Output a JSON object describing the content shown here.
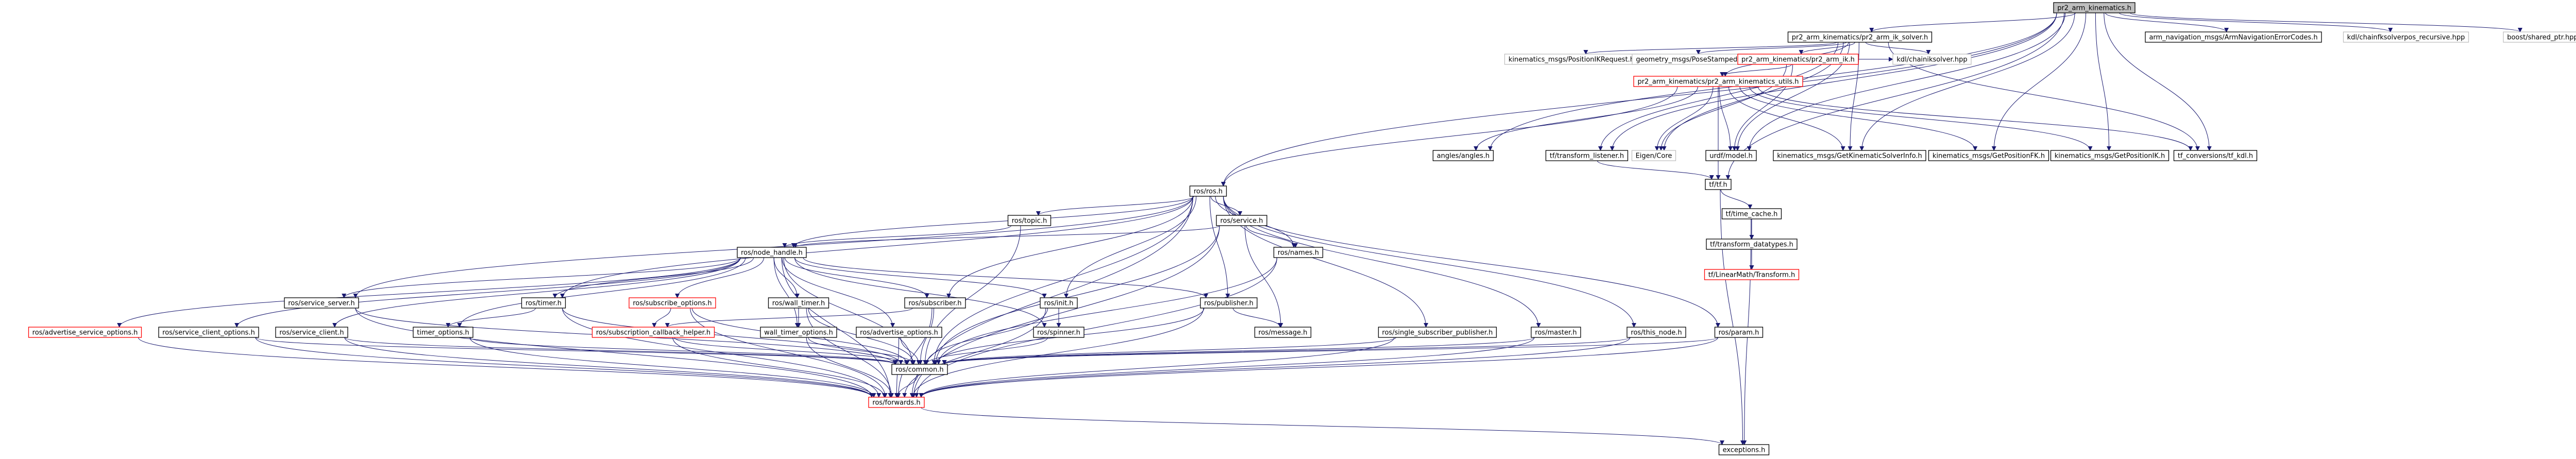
{
  "diagram": {
    "type": "include-dependency-graph",
    "colors": {
      "edge": "#191970",
      "root_fill": "#bfbfbf",
      "default_border": "#000000",
      "incomplete_border": "#ff0000",
      "external_border": "#bfbfbf",
      "text": "#000000"
    },
    "nodes": [
      {
        "id": "root",
        "label": "pr2_arm_kinematics.h",
        "style": "root"
      },
      {
        "id": "ik_solver",
        "label": "pr2_arm_kinematics/pr2_arm_ik_solver.h",
        "style": "normal"
      },
      {
        "id": "ros",
        "label": "ros/ros.h",
        "style": "normal"
      },
      {
        "id": "arm_nav",
        "label": "arm_navigation_msgs/ArmNavigationErrorCodes.h",
        "style": "normal"
      },
      {
        "id": "kdl_recursive",
        "label": "kdl/chainfksolverpos_recursive.hpp",
        "style": "external"
      },
      {
        "id": "shared_ptr",
        "label": "boost/shared_ptr.hpp",
        "style": "external"
      },
      {
        "id": "pos_ik_req",
        "label": "kinematics_msgs/PositionIKRequest.h",
        "style": "external"
      },
      {
        "id": "pose_stamped",
        "label": "geometry_msgs/PoseStamped.h",
        "style": "external"
      },
      {
        "id": "ik_h",
        "label": "pr2_arm_kinematics/pr2_arm_ik.h",
        "style": "incomplete"
      },
      {
        "id": "kdl_chainiksolver",
        "label": "kdl/chainiksolver.hpp",
        "style": "external"
      },
      {
        "id": "utils",
        "label": "pr2_arm_kinematics/pr2_arm_kinematics_utils.h",
        "style": "incomplete"
      },
      {
        "id": "angles",
        "label": "angles/angles.h",
        "style": "normal"
      },
      {
        "id": "tf_listener",
        "label": "tf/transform_listener.h",
        "style": "normal"
      },
      {
        "id": "eigen",
        "label": "Eigen/Core",
        "style": "external"
      },
      {
        "id": "urdf",
        "label": "urdf/model.h",
        "style": "normal"
      },
      {
        "id": "get_kin_info",
        "label": "kinematics_msgs/GetKinematicSolverInfo.h",
        "style": "normal"
      },
      {
        "id": "get_pos_fk",
        "label": "kinematics_msgs/GetPositionFK.h",
        "style": "normal"
      },
      {
        "id": "get_pos_ik",
        "label": "kinematics_msgs/GetPositionIK.h",
        "style": "normal"
      },
      {
        "id": "tf_conv",
        "label": "tf_conversions/tf_kdl.h",
        "style": "normal"
      },
      {
        "id": "tf_h",
        "label": "tf/tf.h",
        "style": "normal"
      },
      {
        "id": "time_cache",
        "label": "tf/time_cache.h",
        "style": "normal"
      },
      {
        "id": "transform_datatypes",
        "label": "tf/transform_datatypes.h",
        "style": "normal"
      },
      {
        "id": "linearmath",
        "label": "tf/LinearMath/Transform.h",
        "style": "incomplete"
      },
      {
        "id": "exceptions",
        "label": "exceptions.h",
        "style": "normal"
      },
      {
        "id": "rostopic",
        "label": "ros/topic.h",
        "style": "normal"
      },
      {
        "id": "rosservice",
        "label": "ros/service.h",
        "style": "normal"
      },
      {
        "id": "node_handle",
        "label": "ros/node_handle.h",
        "style": "normal"
      },
      {
        "id": "names",
        "label": "ros/names.h",
        "style": "normal"
      },
      {
        "id": "service_server",
        "label": "ros/service_server.h",
        "style": "normal"
      },
      {
        "id": "timer",
        "label": "ros/timer.h",
        "style": "normal"
      },
      {
        "id": "subscribe_options",
        "label": "ros/subscribe_options.h",
        "style": "incomplete"
      },
      {
        "id": "wall_timer",
        "label": "ros/wall_timer.h",
        "style": "normal"
      },
      {
        "id": "subscriber",
        "label": "ros/subscriber.h",
        "style": "normal"
      },
      {
        "id": "init",
        "label": "ros/init.h",
        "style": "normal"
      },
      {
        "id": "publisher",
        "label": "ros/publisher.h",
        "style": "normal"
      },
      {
        "id": "adv_service_options",
        "label": "ros/advertise_service_options.h",
        "style": "incomplete"
      },
      {
        "id": "service_client_options",
        "label": "ros/service_client_options.h",
        "style": "normal"
      },
      {
        "id": "service_client",
        "label": "ros/service_client.h",
        "style": "normal"
      },
      {
        "id": "timer_options",
        "label": "timer_options.h",
        "style": "normal"
      },
      {
        "id": "sub_callback_helper",
        "label": "ros/subscription_callback_helper.h",
        "style": "incomplete"
      },
      {
        "id": "wall_timer_options",
        "label": "wall_timer_options.h",
        "style": "normal"
      },
      {
        "id": "advertise_options",
        "label": "ros/advertise_options.h",
        "style": "normal"
      },
      {
        "id": "spinner",
        "label": "ros/spinner.h",
        "style": "normal"
      },
      {
        "id": "message",
        "label": "ros/message.h",
        "style": "normal"
      },
      {
        "id": "single_sub_pub",
        "label": "ros/single_subscriber_publisher.h",
        "style": "normal"
      },
      {
        "id": "master",
        "label": "ros/master.h",
        "style": "normal"
      },
      {
        "id": "this_node",
        "label": "ros/this_node.h",
        "style": "normal"
      },
      {
        "id": "param",
        "label": "ros/param.h",
        "style": "normal"
      },
      {
        "id": "common",
        "label": "ros/common.h",
        "style": "normal"
      },
      {
        "id": "forwards",
        "label": "ros/forwards.h",
        "style": "incomplete"
      }
    ],
    "edges": [
      [
        "root",
        "ik_solver"
      ],
      [
        "root",
        "ros"
      ],
      [
        "root",
        "arm_nav"
      ],
      [
        "root",
        "kdl_recursive"
      ],
      [
        "root",
        "shared_ptr"
      ],
      [
        "root",
        "angles"
      ],
      [
        "root",
        "tf_listener"
      ],
      [
        "root",
        "urdf"
      ],
      [
        "root",
        "get_kin_info"
      ],
      [
        "root",
        "get_pos_fk"
      ],
      [
        "root",
        "get_pos_ik"
      ],
      [
        "root",
        "tf_conv"
      ],
      [
        "root",
        "tf_h"
      ],
      [
        "ik_solver",
        "pos_ik_req"
      ],
      [
        "ik_solver",
        "pose_stamped"
      ],
      [
        "ik_solver",
        "ik_h"
      ],
      [
        "ik_solver",
        "kdl_chainiksolver"
      ],
      [
        "ik_solver",
        "utils"
      ],
      [
        "ik_solver",
        "tf_listener"
      ],
      [
        "ik_solver",
        "eigen"
      ],
      [
        "ik_solver",
        "urdf"
      ],
      [
        "ik_solver",
        "get_kin_info"
      ],
      [
        "ik_solver",
        "tf_conv"
      ],
      [
        "ik_h",
        "urdf"
      ],
      [
        "ik_h",
        "kdl_chainiksolver"
      ],
      [
        "ik_h",
        "eigen"
      ],
      [
        "ik_h",
        "utils"
      ],
      [
        "utils",
        "ros"
      ],
      [
        "utils",
        "angles"
      ],
      [
        "utils",
        "eigen"
      ],
      [
        "utils",
        "urdf"
      ],
      [
        "utils",
        "get_kin_info"
      ],
      [
        "utils",
        "get_pos_fk"
      ],
      [
        "utils",
        "get_pos_ik"
      ],
      [
        "utils",
        "tf_conv"
      ],
      [
        "utils",
        "tf_h"
      ],
      [
        "tf_listener",
        "tf_h"
      ],
      [
        "tf_h",
        "time_cache"
      ],
      [
        "tf_h",
        "exceptions"
      ],
      [
        "time_cache",
        "transform_datatypes"
      ],
      [
        "time_cache",
        "linearmath"
      ],
      [
        "time_cache",
        "exceptions"
      ],
      [
        "transform_datatypes",
        "linearmath"
      ],
      [
        "ros",
        "rostopic"
      ],
      [
        "ros",
        "rosservice"
      ],
      [
        "ros",
        "node_handle"
      ],
      [
        "ros",
        "names"
      ],
      [
        "ros",
        "service_server"
      ],
      [
        "ros",
        "subscriber"
      ],
      [
        "ros",
        "init"
      ],
      [
        "ros",
        "publisher"
      ],
      [
        "ros",
        "single_sub_pub"
      ],
      [
        "ros",
        "master"
      ],
      [
        "ros",
        "this_node"
      ],
      [
        "ros",
        "param"
      ],
      [
        "ros",
        "timer"
      ],
      [
        "ros",
        "common"
      ],
      [
        "ros",
        "forwards"
      ],
      [
        "rostopic",
        "node_handle"
      ],
      [
        "rostopic",
        "common"
      ],
      [
        "rosservice",
        "node_handle"
      ],
      [
        "rosservice",
        "names"
      ],
      [
        "rosservice",
        "message"
      ],
      [
        "rosservice",
        "common"
      ],
      [
        "rosservice",
        "forwards"
      ],
      [
        "node_handle",
        "service_server"
      ],
      [
        "node_handle",
        "timer"
      ],
      [
        "node_handle",
        "subscribe_options"
      ],
      [
        "node_handle",
        "wall_timer"
      ],
      [
        "node_handle",
        "subscriber"
      ],
      [
        "node_handle",
        "init"
      ],
      [
        "node_handle",
        "publisher"
      ],
      [
        "node_handle",
        "adv_service_options"
      ],
      [
        "node_handle",
        "service_client_options"
      ],
      [
        "node_handle",
        "service_client"
      ],
      [
        "node_handle",
        "timer_options"
      ],
      [
        "node_handle",
        "wall_timer_options"
      ],
      [
        "node_handle",
        "advertise_options"
      ],
      [
        "node_handle",
        "spinner"
      ],
      [
        "node_handle",
        "common"
      ],
      [
        "node_handle",
        "forwards"
      ],
      [
        "names",
        "forwards"
      ],
      [
        "names",
        "common"
      ],
      [
        "service_server",
        "common"
      ],
      [
        "service_server",
        "forwards"
      ],
      [
        "timer",
        "timer_options"
      ],
      [
        "timer",
        "common"
      ],
      [
        "timer",
        "forwards"
      ],
      [
        "subscribe_options",
        "sub_callback_helper"
      ],
      [
        "subscribe_options",
        "common"
      ],
      [
        "subscribe_options",
        "forwards"
      ],
      [
        "wall_timer",
        "wall_timer_options"
      ],
      [
        "wall_timer",
        "common"
      ],
      [
        "wall_timer",
        "forwards"
      ],
      [
        "subscriber",
        "sub_callback_helper"
      ],
      [
        "subscriber",
        "common"
      ],
      [
        "subscriber",
        "forwards"
      ],
      [
        "init",
        "spinner"
      ],
      [
        "init",
        "common"
      ],
      [
        "init",
        "forwards"
      ],
      [
        "publisher",
        "message"
      ],
      [
        "publisher",
        "common"
      ],
      [
        "publisher",
        "forwards"
      ],
      [
        "adv_service_options",
        "forwards"
      ],
      [
        "service_client_options",
        "common"
      ],
      [
        "service_client_options",
        "forwards"
      ],
      [
        "service_client",
        "common"
      ],
      [
        "service_client",
        "forwards"
      ],
      [
        "timer_options",
        "common"
      ],
      [
        "timer_options",
        "forwards"
      ],
      [
        "sub_callback_helper",
        "common"
      ],
      [
        "sub_callback_helper",
        "forwards"
      ],
      [
        "wall_timer_options",
        "common"
      ],
      [
        "wall_timer_options",
        "forwards"
      ],
      [
        "advertise_options",
        "common"
      ],
      [
        "advertise_options",
        "forwards"
      ],
      [
        "spinner",
        "common"
      ],
      [
        "single_sub_pub",
        "common"
      ],
      [
        "single_sub_pub",
        "forwards"
      ],
      [
        "master",
        "common"
      ],
      [
        "master",
        "forwards"
      ],
      [
        "this_node",
        "common"
      ],
      [
        "this_node",
        "forwards"
      ],
      [
        "param",
        "common"
      ],
      [
        "param",
        "forwards"
      ],
      [
        "common",
        "forwards"
      ],
      [
        "forwards",
        "exceptions"
      ]
    ]
  }
}
